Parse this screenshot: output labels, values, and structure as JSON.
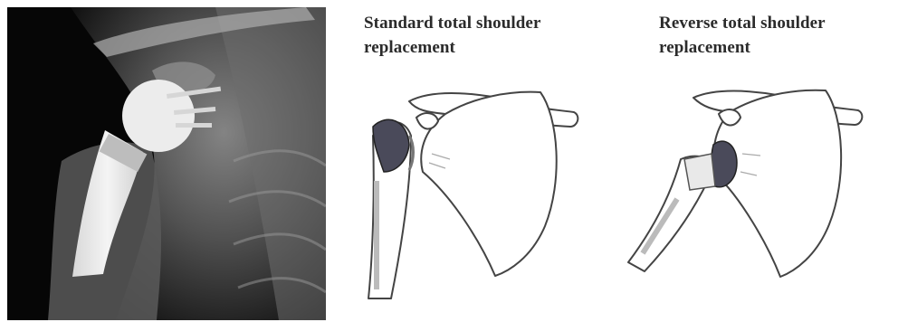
{
  "figure": {
    "standard": {
      "title_line1": "Standard total shoulder",
      "title_line2": "replacement"
    },
    "reverse": {
      "title_line1": "Reverse total shoulder",
      "title_line2": "replacement"
    }
  }
}
